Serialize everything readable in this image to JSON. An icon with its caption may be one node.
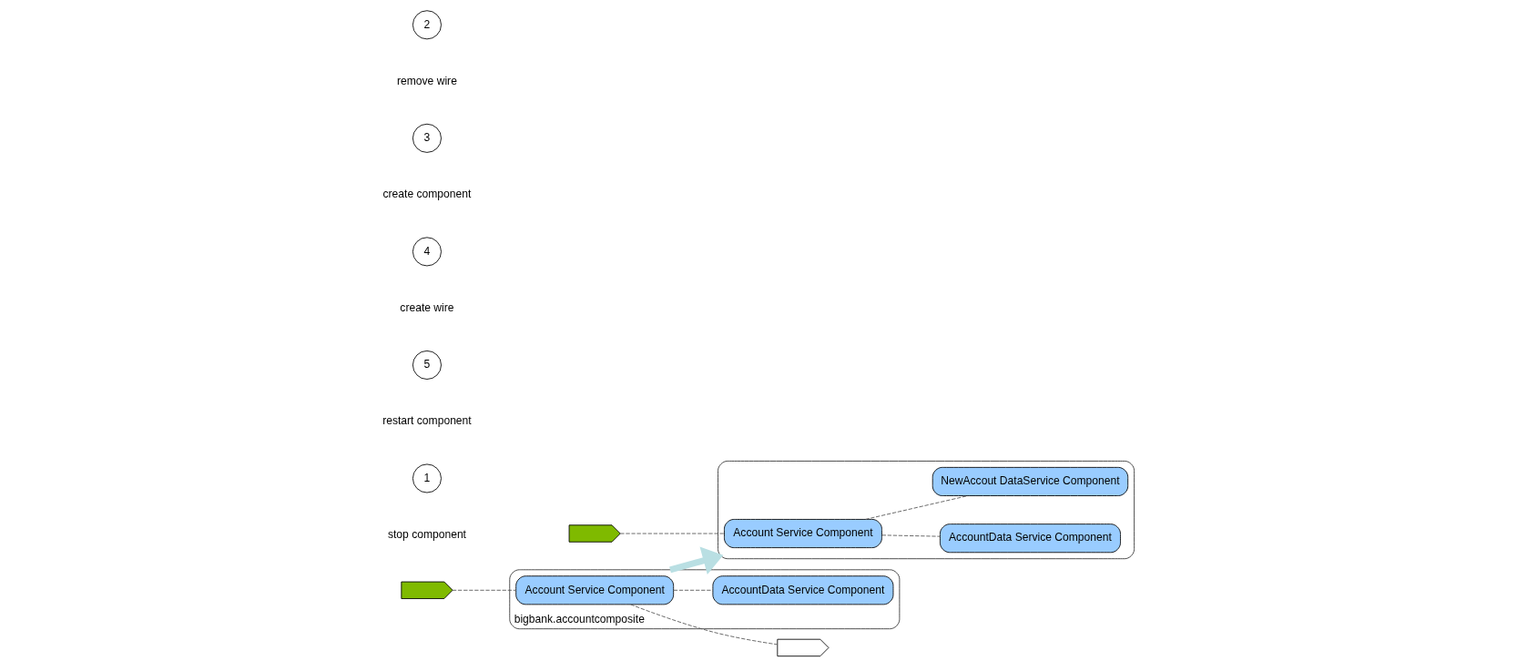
{
  "diagram": {
    "nodes": [
      {
        "text": [
          "bigbank.accountcomposite"
        ]
      },
      {
        "text": [],
        "shape": "chevron"
      },
      {
        "text": [
          "Account Service Component"
        ],
        "in": 0
      },
      {
        "text": [
          "AccountData Service Component"
        ],
        "in": 0
      },
      {
        "text": [],
        "shape": "chevron"
      },
      {
        "text": [],
        "shape": "box"
      },
      {
        "text": [],
        "shape": "chevron"
      },
      {
        "text": [
          "Account Service Component"
        ],
        "in": 5
      },
      {
        "text": [
          "AccountData Service Component"
        ],
        "in": 5
      },
      {
        "text": [
          "NewAccout DataService Component"
        ],
        "in": 5
      }
    ],
    "edges": [
      {
        "from": 1,
        "to": 2,
        "arrow": "none",
        "style": "dashed"
      },
      {
        "from": 2,
        "to": 4,
        "arrow": "none",
        "style": "dashed"
      },
      {
        "from": 2,
        "to": 3,
        "arrow": "none",
        "style": "dashed"
      },
      {
        "from": 0,
        "to": 5,
        "arrow": "to",
        "style": "thick",
        "color": "#b9dfe3"
      },
      {
        "from": 6,
        "to": 7,
        "arrow": "none",
        "style": "dashed"
      },
      {
        "from": 7,
        "to": 8,
        "arrow": "none",
        "style": "dashed"
      },
      {
        "from": 7,
        "to": 9,
        "arrow": "none",
        "style": "dashed"
      }
    ],
    "labels": [
      "1",
      "stop component",
      "5",
      "restart component",
      "4",
      "create wire",
      "3",
      "create component",
      "2",
      "remove wire"
    ]
  }
}
